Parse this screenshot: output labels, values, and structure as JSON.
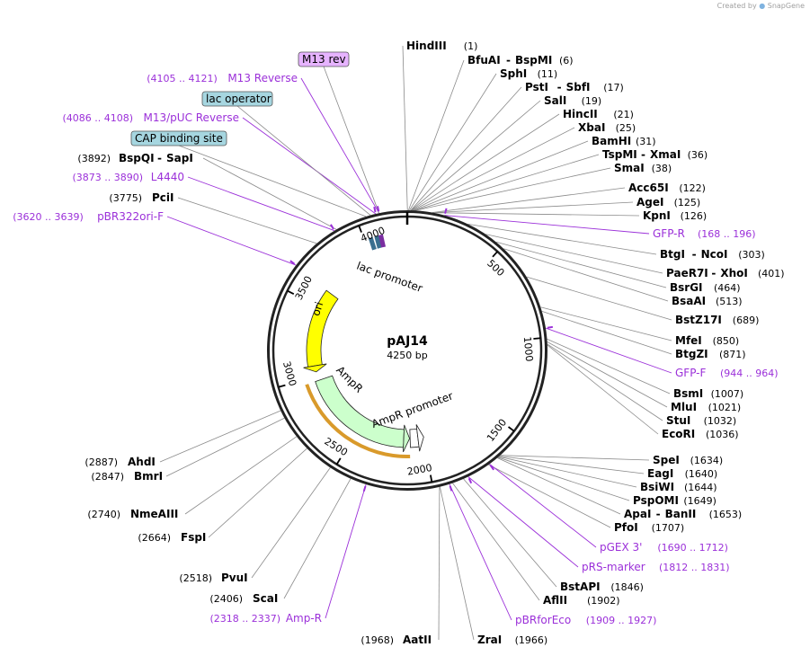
{
  "credit": {
    "prefix": "Created by",
    "brand": "SnapGene"
  },
  "plasmid": {
    "name": "pAJ14",
    "length_label": "4250 bp",
    "length": 4250
  },
  "ticks": [
    {
      "pos": 500,
      "label": "500"
    },
    {
      "pos": 1000,
      "label": "1000"
    },
    {
      "pos": 1500,
      "label": "1500"
    },
    {
      "pos": 2000,
      "label": "2000"
    },
    {
      "pos": 2500,
      "label": "2500"
    },
    {
      "pos": 3000,
      "label": "3000"
    },
    {
      "pos": 3500,
      "label": "3500"
    },
    {
      "pos": 4000,
      "label": "4000"
    }
  ],
  "features": [
    {
      "name": "ori",
      "type": "rep_origin",
      "color": "#ffff00",
      "start": 3031,
      "end": 3620,
      "direction": "reverse"
    },
    {
      "name": "AmpR",
      "type": "cds",
      "color": "#ccffcc",
      "start": 2107,
      "end": 2967,
      "direction": "reverse"
    },
    {
      "name": "AmpR promoter",
      "type": "promoter",
      "color": "#ffffff",
      "start": 1998,
      "end": 2103,
      "direction": "reverse"
    },
    {
      "name": "lac promoter",
      "type": "promoter",
      "color": "#ffffff",
      "start": 4031,
      "end": 4061,
      "direction": "reverse"
    }
  ],
  "enzymes_right": [
    {
      "name": "HindIII",
      "pos": "(1)"
    },
    {
      "name": "BfuAI",
      "name2": "BspMI",
      "pos": "(6)"
    },
    {
      "name": "SphI",
      "pos": "(11)"
    },
    {
      "name": "PstI",
      "name2": "SbfI",
      "pos": "(17)"
    },
    {
      "name": "SalI",
      "pos": "(19)"
    },
    {
      "name": "HincII",
      "pos": "(21)"
    },
    {
      "name": "XbaI",
      "pos": "(25)"
    },
    {
      "name": "BamHI",
      "pos": "(31)"
    },
    {
      "name": "TspMI",
      "name2": "XmaI",
      "pos": "(36)"
    },
    {
      "name": "SmaI",
      "pos": "(38)"
    },
    {
      "name": "Acc65I",
      "pos": "(122)"
    },
    {
      "name": "AgeI",
      "pos": "(125)"
    },
    {
      "name": "KpnI",
      "pos": "(126)"
    },
    {
      "name": "BtgI",
      "name2": "NcoI",
      "pos": "(303)"
    },
    {
      "name": "PaeR7I",
      "name2": "XhoI",
      "pos": "(401)"
    },
    {
      "name": "BsrGI",
      "pos": "(464)"
    },
    {
      "name": "BsaAI",
      "pos": "(513)"
    },
    {
      "name": "BstZ17I",
      "pos": "(689)"
    },
    {
      "name": "MfeI",
      "pos": "(850)"
    },
    {
      "name": "BtgZI",
      "pos": "(871)"
    },
    {
      "name": "BsmI",
      "pos": "(1007)"
    },
    {
      "name": "MluI",
      "pos": "(1021)"
    },
    {
      "name": "StuI",
      "pos": "(1032)"
    },
    {
      "name": "EcoRI",
      "pos": "(1036)"
    },
    {
      "name": "SpeI",
      "pos": "(1634)"
    },
    {
      "name": "EagI",
      "pos": "(1640)"
    },
    {
      "name": "BsiWI",
      "pos": "(1644)"
    },
    {
      "name": "PspOMI",
      "pos": "(1649)"
    },
    {
      "name": "ApaI",
      "name2": "BanII",
      "pos": "(1653)"
    },
    {
      "name": "PfoI",
      "pos": "(1707)"
    },
    {
      "name": "BstAPI",
      "pos": "(1846)"
    },
    {
      "name": "AflII",
      "pos": "(1902)"
    },
    {
      "name": "ZraI",
      "pos": "(1966)"
    }
  ],
  "enzymes_left": [
    {
      "name": "BspQI",
      "name2": "SapI",
      "pos": "(3892)"
    },
    {
      "name": "PciI",
      "pos": "(3775)"
    },
    {
      "name": "AhdI",
      "pos": "(2887)"
    },
    {
      "name": "BmrI",
      "pos": "(2847)"
    },
    {
      "name": "NmeAIII",
      "pos": "(2740)"
    },
    {
      "name": "FspI",
      "pos": "(2664)"
    },
    {
      "name": "PvuI",
      "pos": "(2518)"
    },
    {
      "name": "ScaI",
      "pos": "(2406)"
    },
    {
      "name": "AatII",
      "pos": "(1968)"
    }
  ],
  "primers": [
    {
      "name": "M13 Reverse",
      "range": "(4105 .. 4121)"
    },
    {
      "name": "M13/pUC Reverse",
      "range": "(4086 .. 4108)"
    },
    {
      "name": "L4440",
      "range": "(3873 .. 3890)"
    },
    {
      "name": "pBR322ori-F",
      "range": "(3620 .. 3639)"
    },
    {
      "name": "GFP-R",
      "range": "(168 .. 196)"
    },
    {
      "name": "GFP-F",
      "range": "(944 .. 964)"
    },
    {
      "name": "pGEX 3'",
      "range": "(1690 .. 1712)"
    },
    {
      "name": "pRS-marker",
      "range": "(1812 .. 1831)"
    },
    {
      "name": "pBRforEco",
      "range": "(1909 .. 1927)"
    },
    {
      "name": "Amp-R",
      "range": "(2318 .. 2337)"
    }
  ],
  "boxed_features": [
    {
      "name": "M13 rev",
      "color": "#e6b3ff"
    },
    {
      "name": "lac operator",
      "color": "#a6d6e0"
    },
    {
      "name": "CAP binding site",
      "color": "#a6d6e0"
    }
  ]
}
